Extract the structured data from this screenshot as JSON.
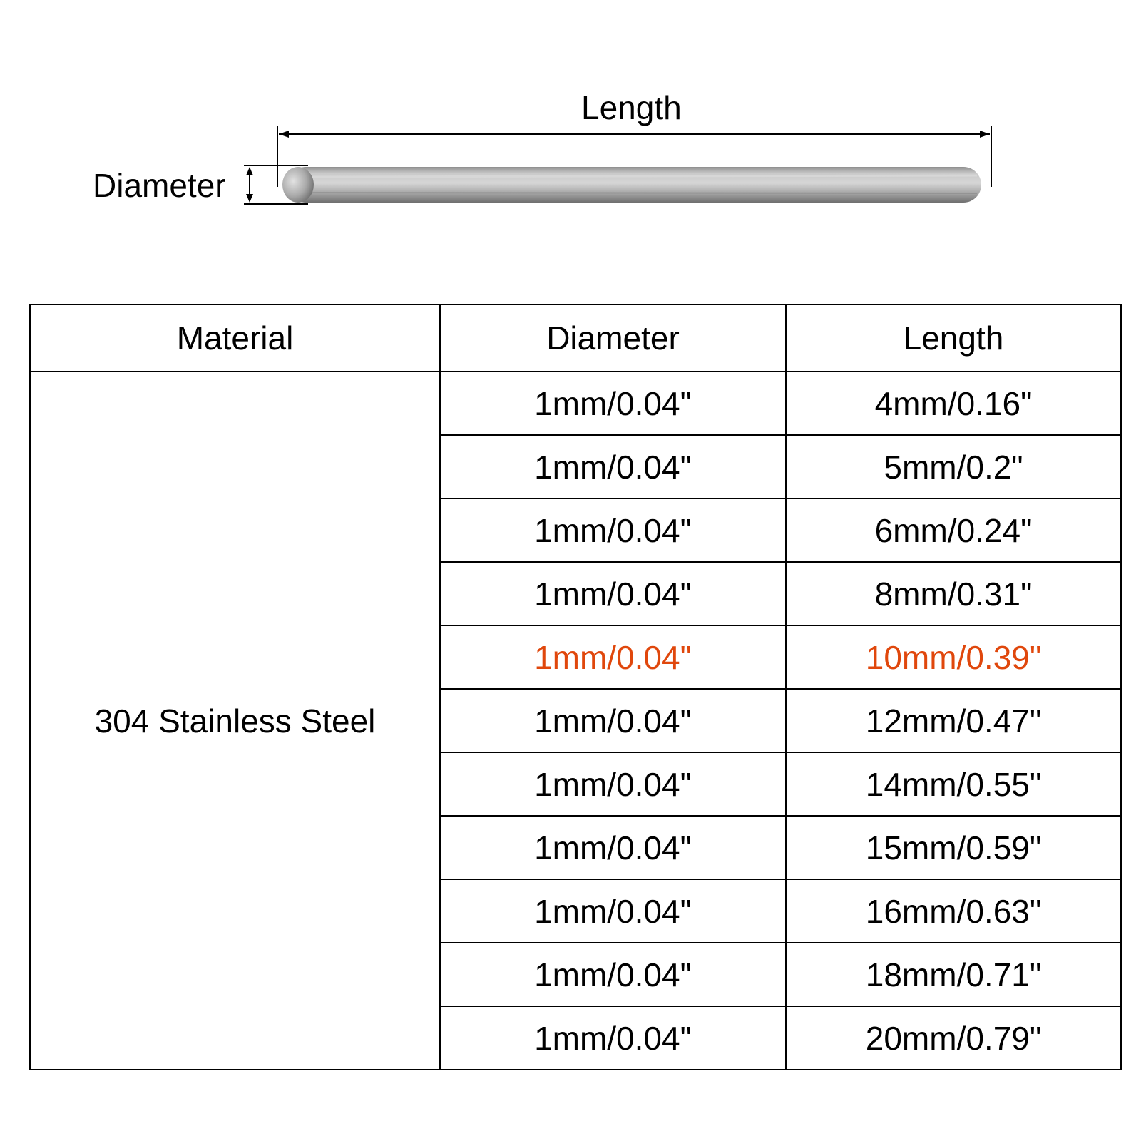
{
  "diagram": {
    "length_label": "Length",
    "diameter_label": "Diameter"
  },
  "table": {
    "headers": {
      "material": "Material",
      "diameter": "Diameter",
      "length": "Length"
    },
    "material": "304 Stainless Steel",
    "highlight_color": "#e0470c",
    "rows": [
      {
        "diameter": "1mm/0.04\"",
        "length": "4mm/0.16\""
      },
      {
        "diameter": "1mm/0.04\"",
        "length": "5mm/0.2\""
      },
      {
        "diameter": "1mm/0.04\"",
        "length": "6mm/0.24\""
      },
      {
        "diameter": "1mm/0.04\"",
        "length": "8mm/0.31\""
      },
      {
        "diameter": "1mm/0.04\"",
        "length": "10mm/0.39\"",
        "highlighted": true
      },
      {
        "diameter": "1mm/0.04\"",
        "length": "12mm/0.47\""
      },
      {
        "diameter": "1mm/0.04\"",
        "length": "14mm/0.55\""
      },
      {
        "diameter": "1mm/0.04\"",
        "length": "15mm/0.59\""
      },
      {
        "diameter": "1mm/0.04\"",
        "length": "16mm/0.63\""
      },
      {
        "diameter": "1mm/0.04\"",
        "length": "18mm/0.71\""
      },
      {
        "diameter": "1mm/0.04\"",
        "length": "20mm/0.79\""
      }
    ]
  }
}
